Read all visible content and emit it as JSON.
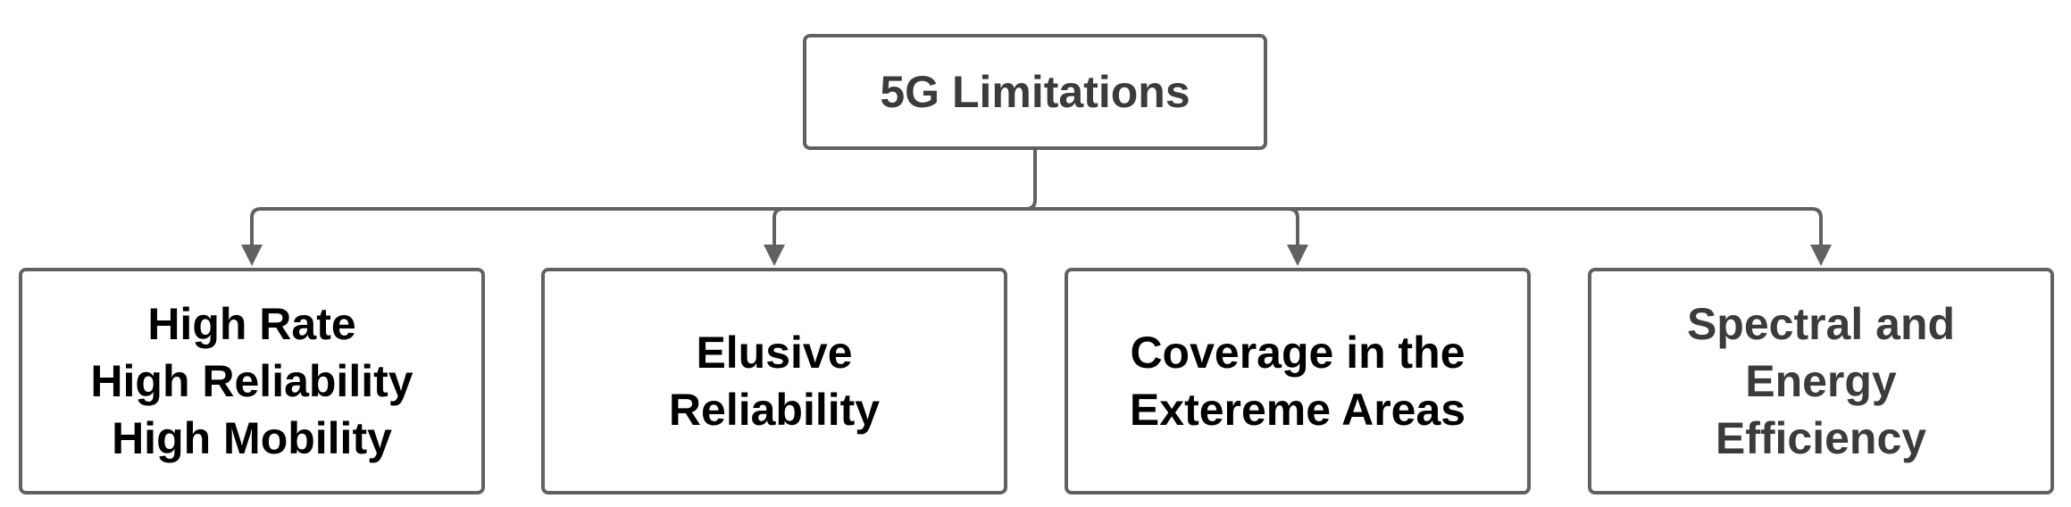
{
  "root": {
    "label": "5G Limitations"
  },
  "children": [
    {
      "lines": [
        "High Rate",
        "High Reliability",
        "High Mobility"
      ]
    },
    {
      "lines": [
        "Elusive",
        "Reliability"
      ]
    },
    {
      "lines": [
        "Coverage in the",
        "Extereme Areas"
      ]
    },
    {
      "lines": [
        "Spectral and",
        "Energy",
        "Efficiency"
      ]
    }
  ],
  "colors": {
    "border": "#616161",
    "connector": "#616161",
    "text_dark": "#000000",
    "text_grey": "#3b3b3b"
  }
}
